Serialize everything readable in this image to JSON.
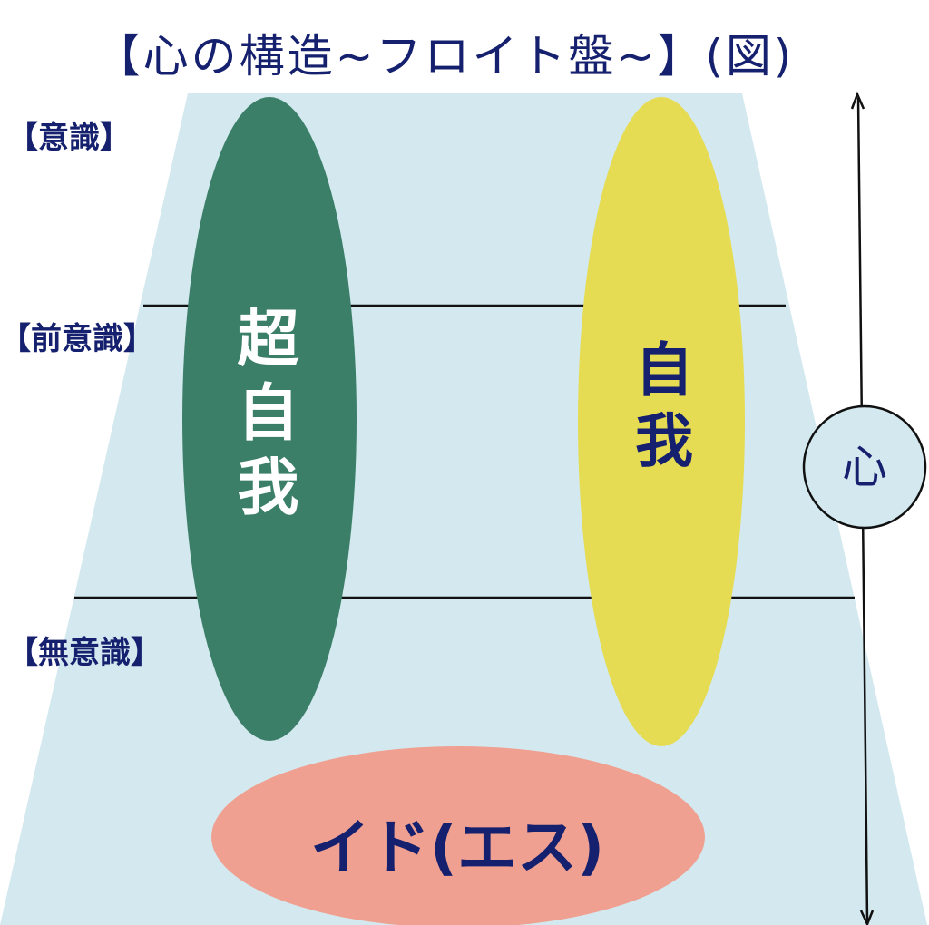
{
  "title": "【心の構造~フロイト盤~】(図)",
  "levels": {
    "conscious": "【意識】",
    "preconscious": "【前意識】",
    "unconscious": "【無意識】"
  },
  "regions": {
    "superego": "超自我",
    "ego": "自我",
    "id": "イド(エス)"
  },
  "mind_label": "心",
  "colors": {
    "background_shape": "#d3e9ef",
    "superego_fill": "#3c7f68",
    "ego_fill": "#e5dc53",
    "id_fill": "#f0a090",
    "text_navy": "#15206e",
    "line": "#111111"
  }
}
